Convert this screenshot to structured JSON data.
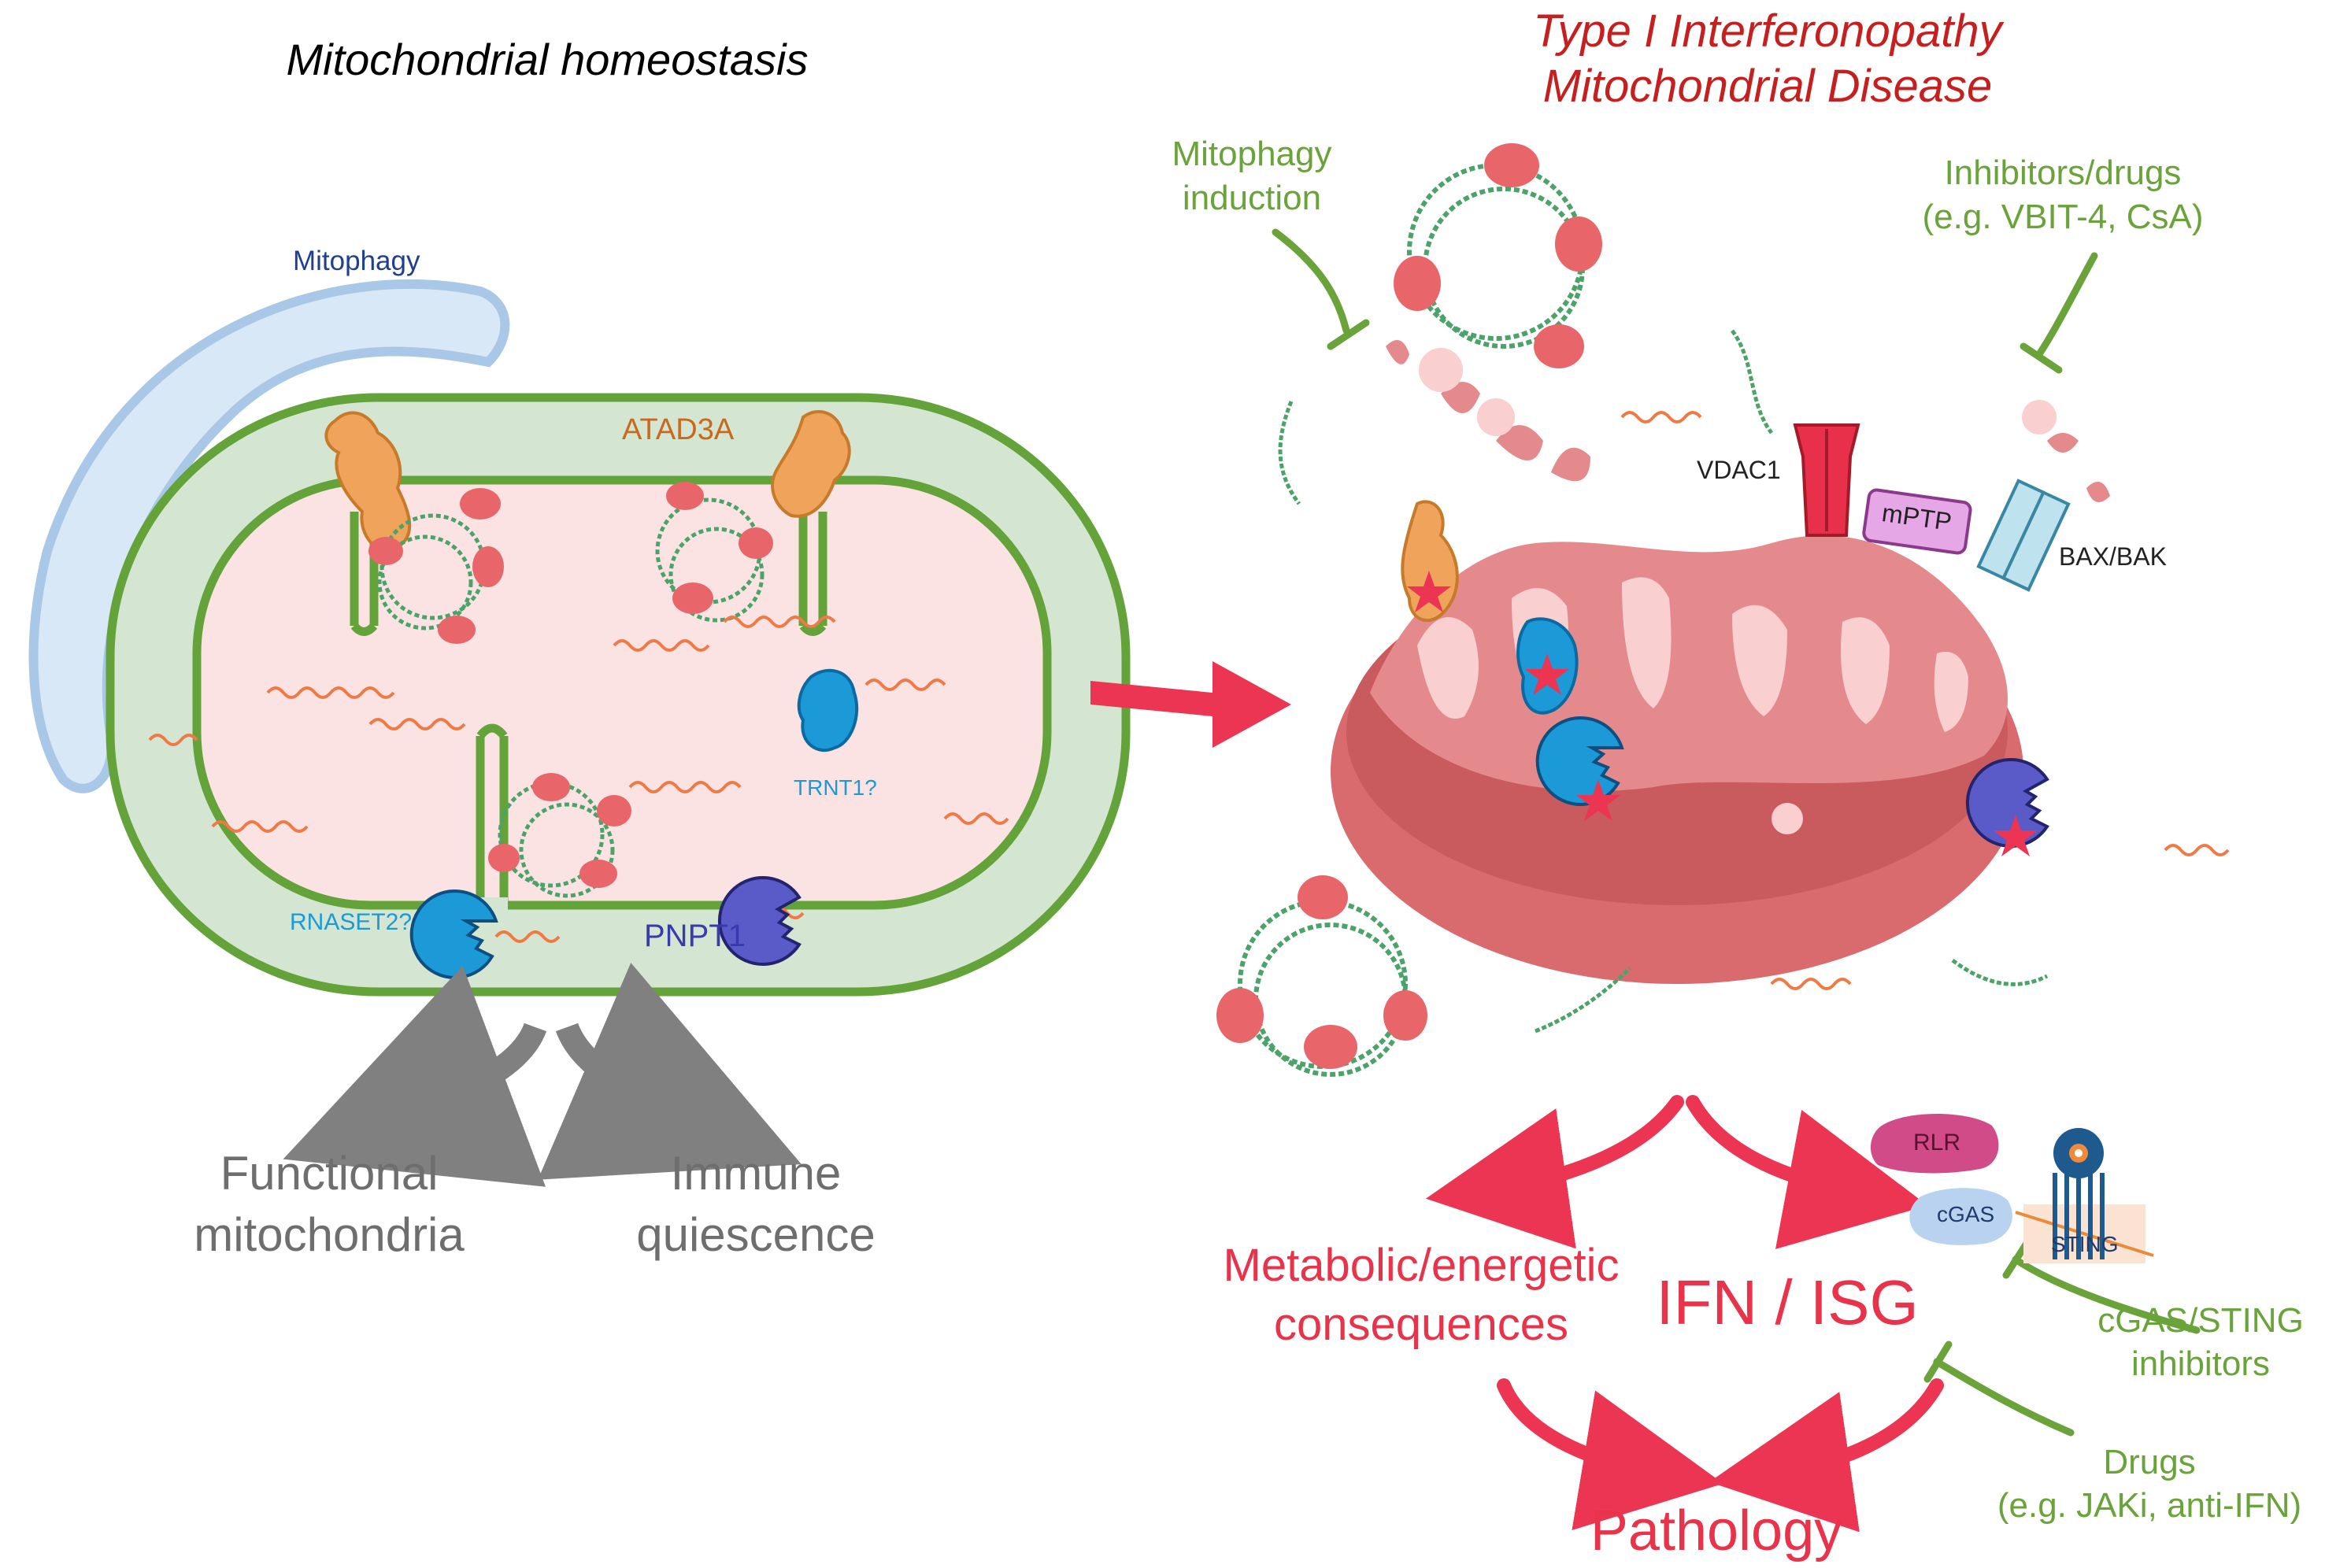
{
  "left_panel": {
    "title": "Mitochondrial homeostasis",
    "mitophagy_label": "Mitophagy",
    "atad3a_label": "ATAD3A",
    "trnt1_label": "TRNT1?",
    "rnaset2_label": "RNASET2?",
    "pnpt1_label": "PNPT1",
    "outcome_1": [
      "Functional",
      "mitochondria"
    ],
    "outcome_2": [
      "Immune",
      "quiescence"
    ]
  },
  "right_panel": {
    "title_line1": "Type I Interferonopathy",
    "title_line2": "Mitochondrial Disease",
    "mitophagy_induction": [
      "Mitophagy",
      "induction"
    ],
    "inhibitors_drugs": [
      "Inhibitors/drugs",
      "(e.g. VBIT-4, CsA)"
    ],
    "vdac1_label": "VDAC1",
    "mptp_label": "mPTP",
    "baxbak_label": "BAX/BAK",
    "rlr_label": "RLR",
    "cgas_label": "cGAS",
    "sting_label": "STING",
    "metabolic": [
      "Metabolic/energetic",
      "consequences"
    ],
    "ifn_isg": "IFN / ISG",
    "cgas_sting_inhibitors": [
      "cGAS/STING",
      "inhibitors"
    ],
    "drugs": [
      "Drugs",
      "(e.g. JAKi, anti-IFN)"
    ],
    "pathology": "Pathology"
  },
  "colors": {
    "green_text": "#6aa33a",
    "red_text": "#e8334a",
    "title_red": "#c61f1f",
    "membrane_green": "#63a33a",
    "matrix_pink": "#fbe3e3",
    "protein_orange": "#f0a35a",
    "nucleoid_red": "#e8656a",
    "enzyme_blue": "#1b9ad7",
    "pnpt1_purple": "#5a5ac8",
    "mito_body": "#d96b6e",
    "gray_arrow": "#808080"
  }
}
